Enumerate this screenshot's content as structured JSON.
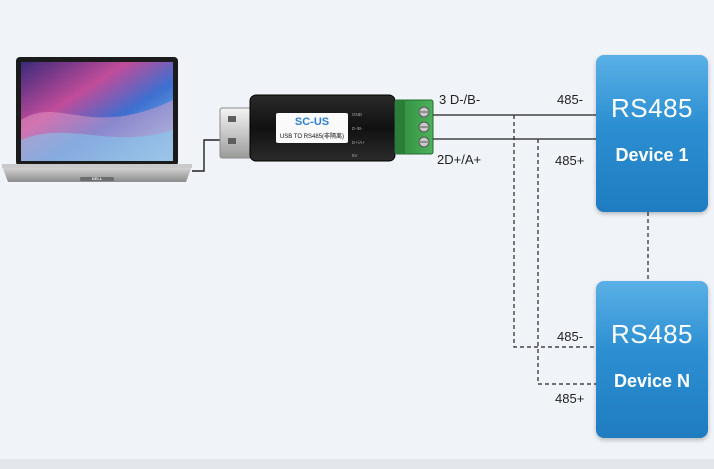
{
  "converter": {
    "model": "SC-US",
    "description": "USB TO RS485(非隔离)",
    "laptop_brand": "DELL"
  },
  "wiring": {
    "line_top": "3 D-/B-",
    "line_bottom": "2D+/A+"
  },
  "devices": [
    {
      "title": "RS485",
      "name": "Device 1",
      "pin_minus": "485-",
      "pin_plus": "485+"
    },
    {
      "title": "RS485",
      "name": "Device N",
      "pin_minus": "485-",
      "pin_plus": "485+"
    }
  ],
  "colors": {
    "device_blue": "#2c8fd2",
    "terminal_green": "#3c9a4a",
    "usb_body": "#1c1c1c"
  }
}
